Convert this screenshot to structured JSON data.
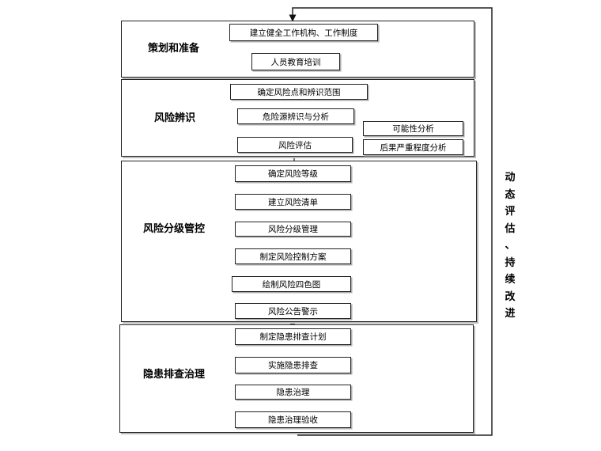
{
  "stages": [
    {
      "label": "策划和准备",
      "steps": [
        "建立健全工作机构、工作制度",
        "人员教育培训"
      ]
    },
    {
      "label": "风险辨识",
      "steps": [
        "确定风险点和辨识范围",
        "危险源辨识与分析",
        "风险评估"
      ],
      "sub_steps": [
        "可能性分析",
        "后果严重程度分析"
      ]
    },
    {
      "label": "风险分级管控",
      "steps": [
        "确定风险等级",
        "建立风险清单",
        "风险分级管理",
        "制定风险控制方案",
        "绘制风险四色图",
        "风险公告警示"
      ]
    },
    {
      "label": "隐患排查治理",
      "steps": [
        "制定隐患排查计划",
        "实施隐患排查",
        "隐患治理",
        "隐患治理验收"
      ]
    }
  ],
  "feedback_label": "动\n态\n评\n估\n、\n持\n续\n改\n进"
}
